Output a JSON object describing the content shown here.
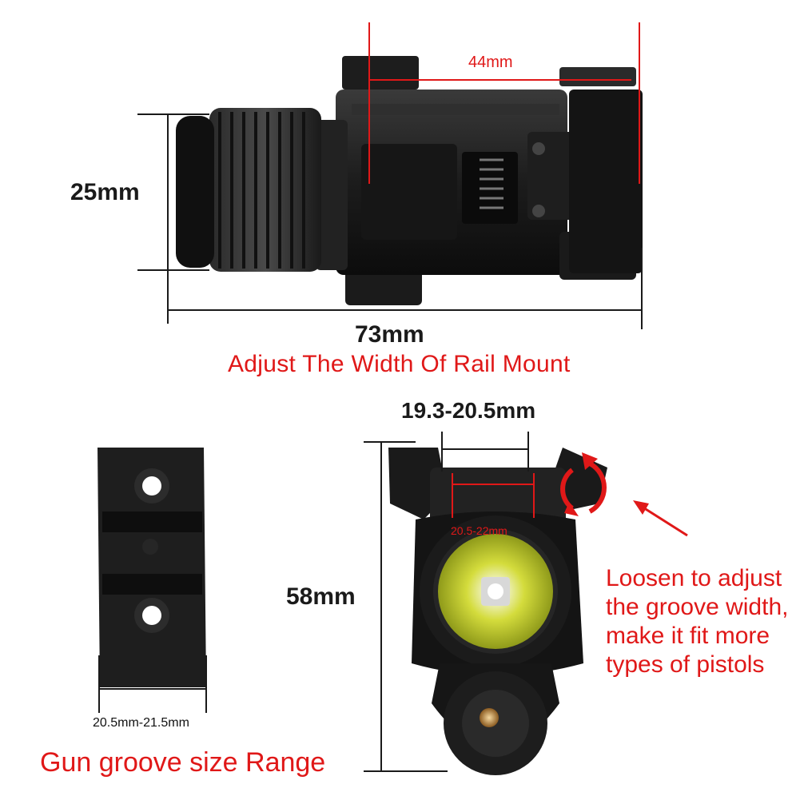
{
  "image": {
    "dimensions": {
      "height_label": "25mm",
      "length_label": "73mm",
      "rail_width_label": "44mm",
      "mount_width_label": "19.3-20.5mm",
      "front_height_label": "58mm",
      "groove_inner_label": "20.5-22mm",
      "adapter_width_label": "20.5mm-21.5mm"
    },
    "captions": {
      "adjust_title": "Adjust The Width Of Rail Mount",
      "groove_range": "Gun groove size Range",
      "loosen_lines": [
        "Loosen to adjust",
        "the groove width,",
        "make it fit more",
        "types of pistols"
      ]
    },
    "colors": {
      "annotation_red": "#e01818",
      "dimension_black": "#1a1a1a",
      "lens_yellow": "#d8e04a",
      "body_black": "#151515"
    }
  }
}
